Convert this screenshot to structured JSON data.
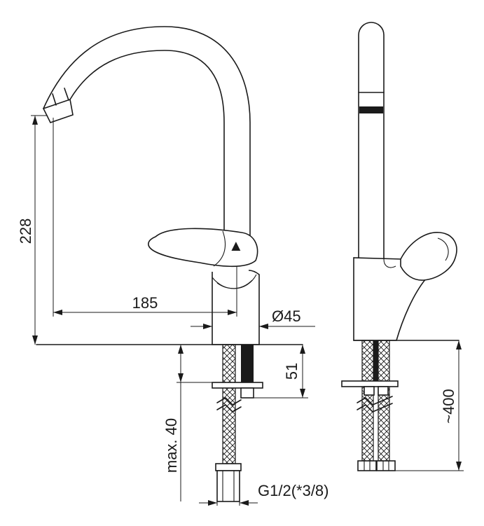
{
  "dimensions": {
    "spout_height": "228",
    "spout_reach": "185",
    "body_diameter": "Ø45",
    "mounting_thickness": "51",
    "max_deck": "max. 40",
    "hose_length": "~400",
    "connection_thread": "G1/2(*3/8)"
  },
  "logo_glyph": "▲",
  "colors": {
    "line": "#1a1a1a",
    "background": "#ffffff"
  }
}
